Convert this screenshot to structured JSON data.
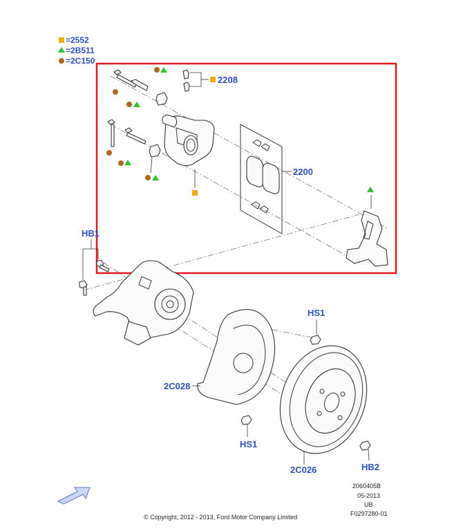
{
  "legend": [
    {
      "symbol": "square",
      "color": "#f4a817",
      "text": "=2552"
    },
    {
      "symbol": "triangle",
      "color": "#2fc22f",
      "text": "=2B511"
    },
    {
      "symbol": "circle",
      "color": "#b0661f",
      "text": "=2C150"
    }
  ],
  "highlight_color": "#e0191e",
  "callouts": {
    "caliper_bolts": "2208",
    "pads": "2200",
    "hb1": "HB1",
    "hs1_top": "HS1",
    "shield": "2C028",
    "hs1_bottom": "HS1",
    "hb2": "HB2",
    "rotor": "2C026"
  },
  "ref_codes": [
    "2060405B",
    "05-2013",
    "UB",
    "F0297280-01"
  ],
  "copyright": "© Copyright, 2012 - 2013, Ford Motor Company Limited",
  "icons": {
    "view_arrow": "view-direction-arrow-icon"
  }
}
